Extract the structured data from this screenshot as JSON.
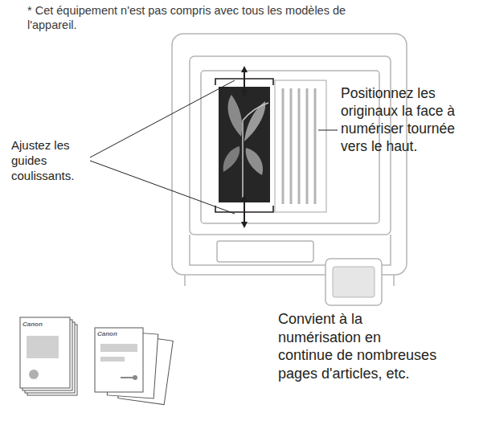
{
  "diagram": {
    "labels": [
      "* Cet équipement n'est pas compris avec tous les modèles de l'appareil.",
      "Ajustez les guides coulissants.",
      "Positionnez les originaux la face à numériser tournée vers le haut.",
      "Convient à la numérisation en continue de nombreuses pages d'articles, etc.",
      "Canon",
      "Canon"
    ]
  }
}
